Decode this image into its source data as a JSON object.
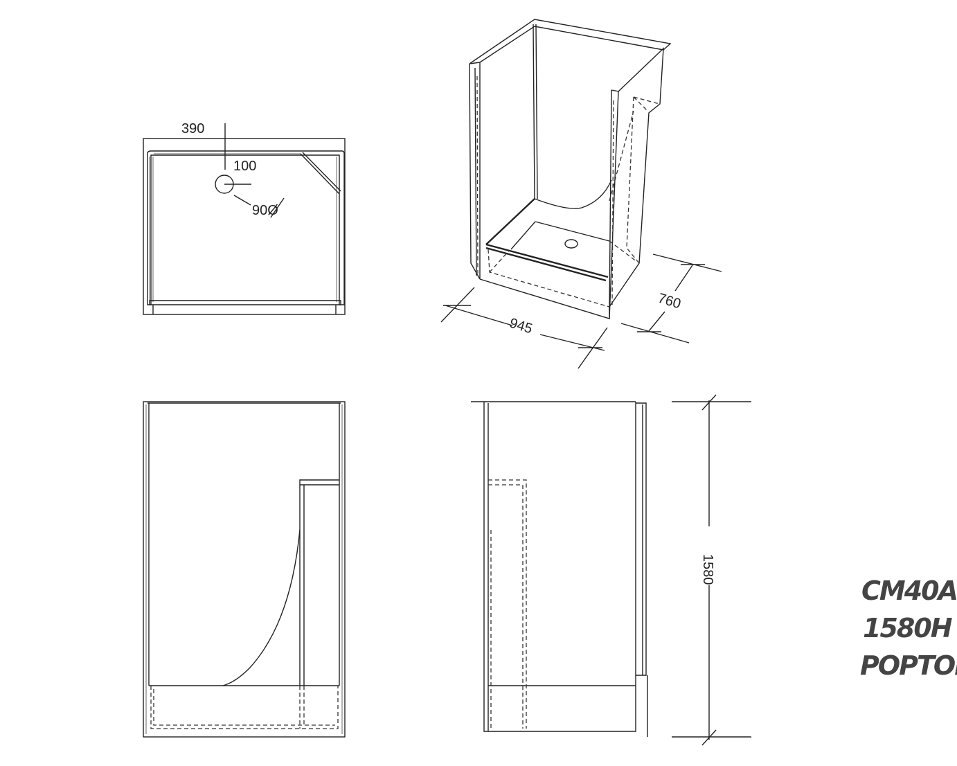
{
  "plan_view": {
    "dim_offset": "390",
    "dim_drain_offset": "100",
    "dim_drain_diameter": "90Ø"
  },
  "iso_view": {
    "dim_width": "945",
    "dim_depth": "760"
  },
  "side_view": {
    "dim_height": "1580"
  },
  "label": {
    "model": "CM40A",
    "height": "1580H",
    "type": "POPTOP"
  }
}
